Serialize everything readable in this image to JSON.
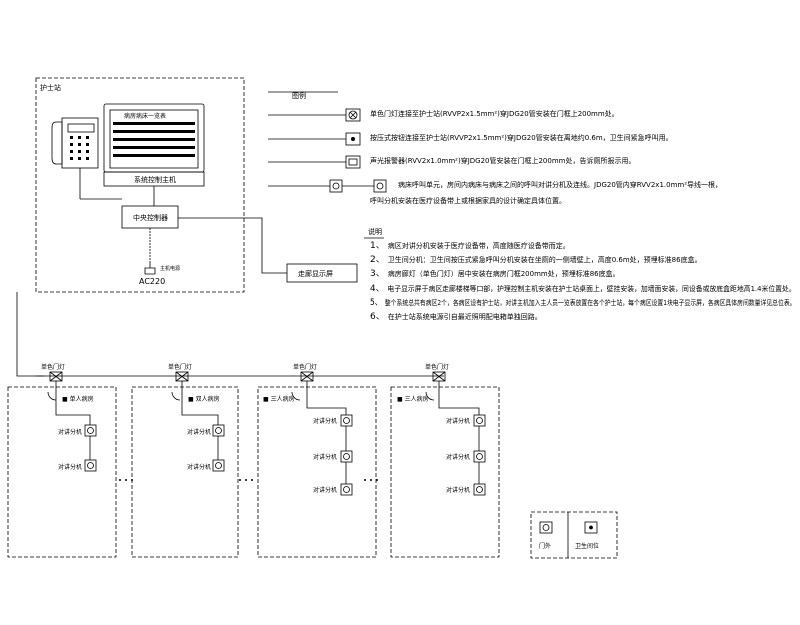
{
  "nurse_station": {
    "label": "护士站",
    "screen_title": "病房病床一览表",
    "host_label": "系统控制主机",
    "controller_label": "中央控制器",
    "power_label": "主机电源",
    "power_value": "AC220",
    "walkway_display": "走廊显示屏"
  },
  "legend": {
    "title": "图例",
    "items": [
      {
        "icon": "lamp-x-icon",
        "text": "单色门灯连接至护士站(RVVP2x1.5mm²)穿JDG20管安装在门框上200mm处。"
      },
      {
        "icon": "button-dot-icon",
        "text": "按压式按钮连接至护士站(RVVP2x1.5mm²)穿JDG20管安装在离地约0.6m，卫生间紧急呼叫用。"
      },
      {
        "icon": "speaker-icon",
        "text": "声光报警器(RVV2x1.0mm²)穿JDG20管安装在门框上200mm处，告诉厕所报示用。"
      },
      {
        "icon": "bed-unit-icon",
        "text_line1": "病床呼叫单元，房间内病床与病床之间的呼叫对讲分机及连线。JDG20管内穿RVV2x1.0mm²导线一根，",
        "text_line2": "呼叫分机安装在医疗设备带上或根据家具的设计确定具体位置。"
      }
    ]
  },
  "notes": {
    "title": "说明",
    "items": [
      {
        "num": "1、",
        "text": "病区对讲分机安装于医疗设备带，高度随医疗设备带而定。"
      },
      {
        "num": "2、",
        "text": "卫生间分机：卫生间按压式紧急呼叫分机安装在坐厕的一侧墙壁上，高度0.6m处，预埋标准86底盒。"
      },
      {
        "num": "3、",
        "text": "病房廊灯（单色门灯）居中安装在病房门框200mm处，预埋标准86底盒。"
      },
      {
        "num": "4、",
        "text": "电子显示屏于病区走廊楼梯等口部，护理控制主机安装在护士站桌面上，壁挂安装，加墙面安装，同设备或放底盒距地高1.4米位置处。"
      },
      {
        "num": "5、",
        "text": "整个系统总共有病区2个，各病区设有护士站，对讲主机加入主人员一览表放置在各个护士站，每个病区设置1块电子显示屏，各病区具体房间数量详见总位表。"
      },
      {
        "num": "6、",
        "text": "在护士站系统电源引自最近照明配电箱单独回路。"
      }
    ]
  },
  "rooms": [
    {
      "door_label": "单色门灯",
      "room_label": "■ 单人病房",
      "units": [
        "对讲分机",
        "对讲分机"
      ]
    },
    {
      "door_label": "单色门灯",
      "room_label": "■ 双人病房",
      "units": [
        "对讲分机",
        "对讲分机"
      ]
    },
    {
      "door_label": "单色门灯",
      "room_label": "■ 三人病房",
      "units": [
        "对讲分机",
        "对讲分机",
        "对讲分机"
      ]
    },
    {
      "door_label": "单色门灯",
      "room_label": "■ 三人病房",
      "units": [
        "对讲分机",
        "对讲分机",
        "对讲分机"
      ]
    }
  ],
  "bathroom": {
    "lamp_label": "门外",
    "button_label": "卫生间位"
  }
}
